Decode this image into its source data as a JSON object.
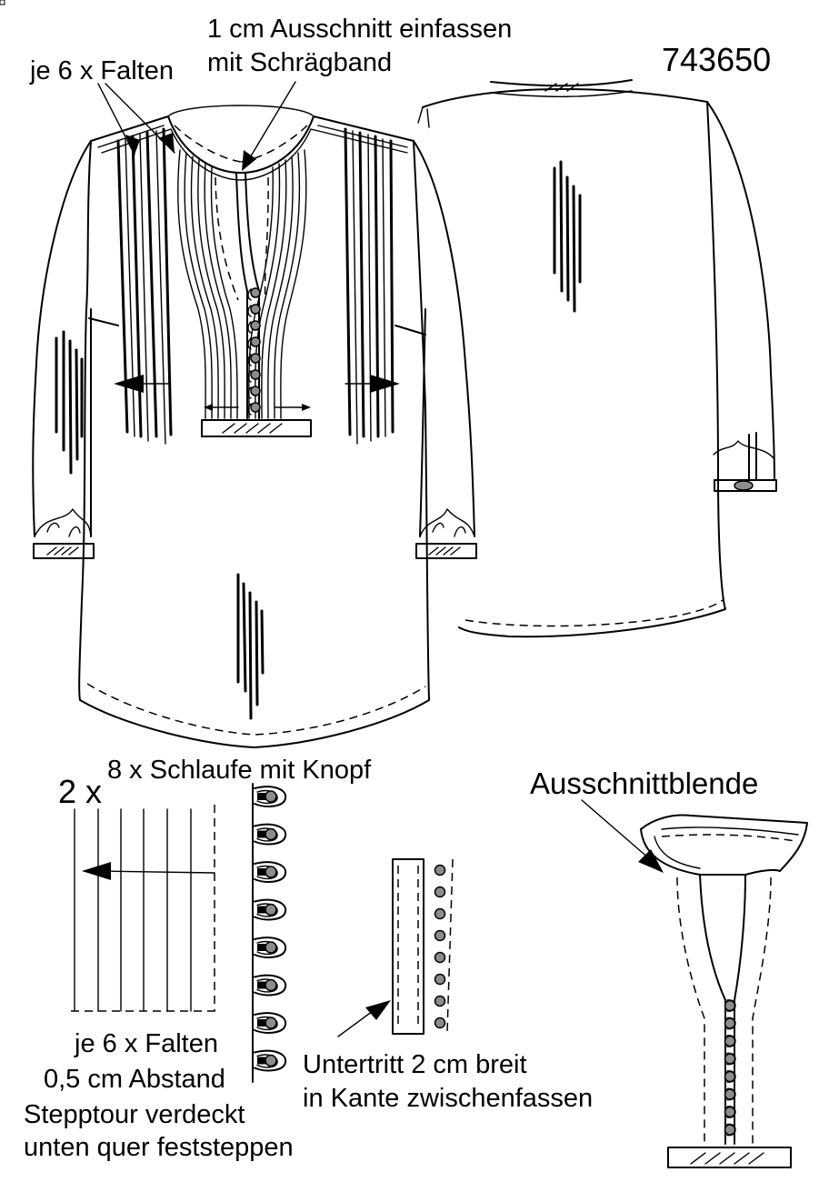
{
  "labels": {
    "neckline_binding_line1": "1 cm Ausschnitt einfassen",
    "neckline_binding_line2": "mit Schrägband",
    "pleats_top": "je 6 x Falten",
    "pattern_number": "743650",
    "loops": "8 x Schlaufe mit Knopf",
    "count": "2 x",
    "facing": "Ausschnittblende",
    "pleats_bottom": "je 6 x Falten",
    "spacing": "0,5 cm Abstand",
    "stitch_line1": "Stepptour verdeckt",
    "stitch_line2": "unten quer feststeppen",
    "underlap_line1": "Untertritt 2 cm breit",
    "underlap_line2": "in Kante zwischenfassen"
  },
  "details": {
    "front_buttons": 8,
    "loop_buttons": 8,
    "underlap_buttons": 8,
    "facing_buttons": 8,
    "pleats_per_side": 6
  }
}
